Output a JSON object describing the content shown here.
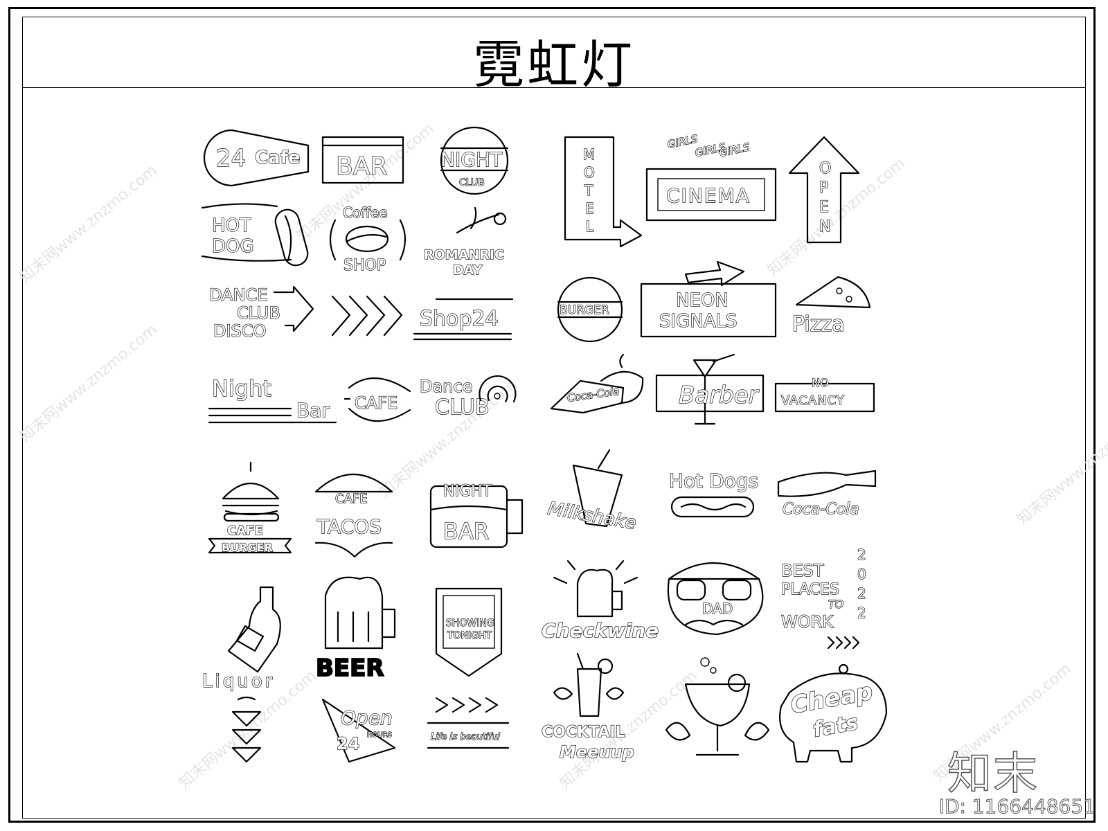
{
  "title": "霓虹灯",
  "watermark": "知末网www.znzmo.com",
  "logo": "知末",
  "id_label": "ID: 1166448651",
  "signs": {
    "cafe24": {
      "num": "24",
      "word": "Cafe"
    },
    "bar1": "BAR",
    "nightclub": {
      "top": "NIGHT",
      "bottom": "CLUB"
    },
    "motel": [
      "M",
      "O",
      "T",
      "E",
      "L"
    ],
    "girls": [
      "GIRLS",
      "GIRLS",
      "GIRLS"
    ],
    "cinema": "CINEMA",
    "open_arrow": [
      "O",
      "P",
      "E",
      "N"
    ],
    "hotdog": [
      "HOT",
      "DOG"
    ],
    "coffee": {
      "top": "Coffee",
      "bottom": "SHOP"
    },
    "romantic": {
      "line1": "ROMANRIC",
      "line2": "DAY"
    },
    "dance": [
      "DANCE",
      "CLUB",
      "DISCO"
    ],
    "shop24": "Shop24",
    "burger": "BURGER",
    "neon": {
      "line1": "NEON",
      "line2": "SIGNALS"
    },
    "pizza": "Pizza",
    "nightbar": {
      "night": "Night",
      "bar": "Bar"
    },
    "cafe2": "CAFE",
    "danceclub": {
      "top": "Dance",
      "bottom": "CLUB"
    },
    "cocacola1": "Coca-Cola",
    "barber": "Barber",
    "novacancy": {
      "top": "NO",
      "bottom": "VACANCY"
    },
    "cafeburger": {
      "top": "CAFE",
      "bottom": "BURGER"
    },
    "cafetacos": {
      "top": "CAFE",
      "bottom": "TACOS"
    },
    "nightbar2": {
      "top": "NIGHT",
      "bottom": "BAR"
    },
    "milkshake": "Milkshake",
    "hotdogs": "Hot Dogs",
    "cocacola2": "Coca-Cola",
    "liquor": "Liquor",
    "beer": "BEER",
    "showing": {
      "line1": "SHOWING",
      "line2": "TONIGHT"
    },
    "checkwine": "Checkwine",
    "dad": "DAD",
    "bestplaces": {
      "l1": "BEST",
      "l2": "PLACES",
      "l3": "TO",
      "l4": "WORK",
      "year": [
        "2",
        "0",
        "2",
        "2"
      ]
    },
    "open24": {
      "word": "Open",
      "num": "24",
      "hours": "HOURS"
    },
    "life": "Life Is beautiful",
    "cocktail": {
      "top": "COCKTAIL",
      "bottom": "Meeuup"
    },
    "cheap": {
      "top": "Cheap",
      "bottom": "fats"
    }
  }
}
